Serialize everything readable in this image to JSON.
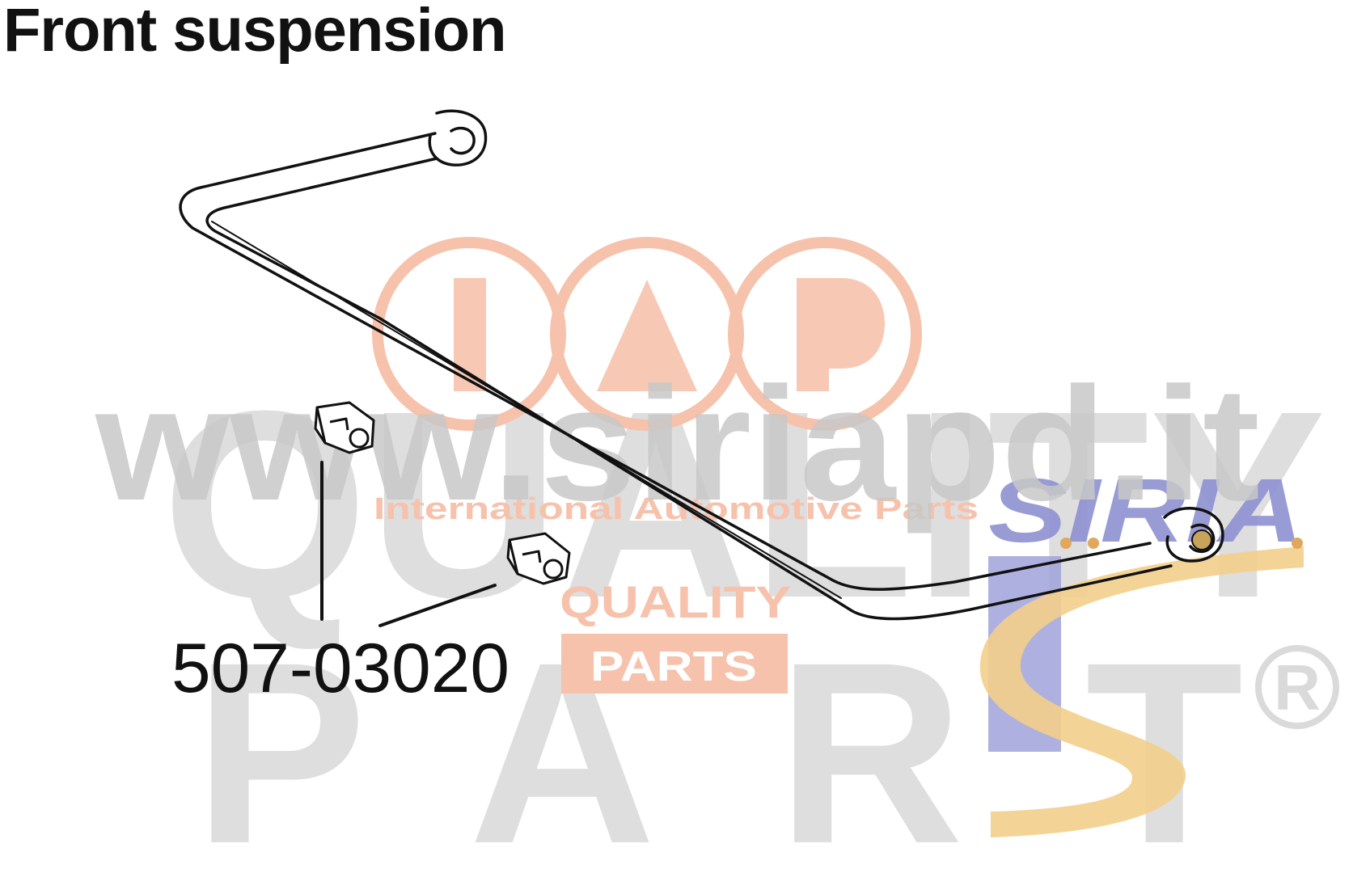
{
  "header": {
    "title": "Front suspension"
  },
  "diagram": {
    "part_number": "507-03020",
    "parts": [
      {
        "name": "stabilizer-bar"
      },
      {
        "name": "stabilizer-bushing"
      },
      {
        "name": "stabilizer-bushing"
      }
    ]
  },
  "watermarks": {
    "website": "www.siriapd.it",
    "big_quality": "QUALITY",
    "big_parts": "PARTS",
    "iap_tagline": "International Automotive Parts",
    "iap_quality": "QUALITY",
    "iap_parts": "PARTS",
    "siria_brand": "SIRIA",
    "registered": "®"
  },
  "colors": {
    "line": "#111111",
    "iap_salmon": "#f6c2ac",
    "iap_fill": "#f9d2c2",
    "grey_watermark": "#d9d9d9",
    "website_grey": "#cfcfcf",
    "siria_blue": "#8e91d1",
    "siria_gold": "#f2cc84"
  }
}
